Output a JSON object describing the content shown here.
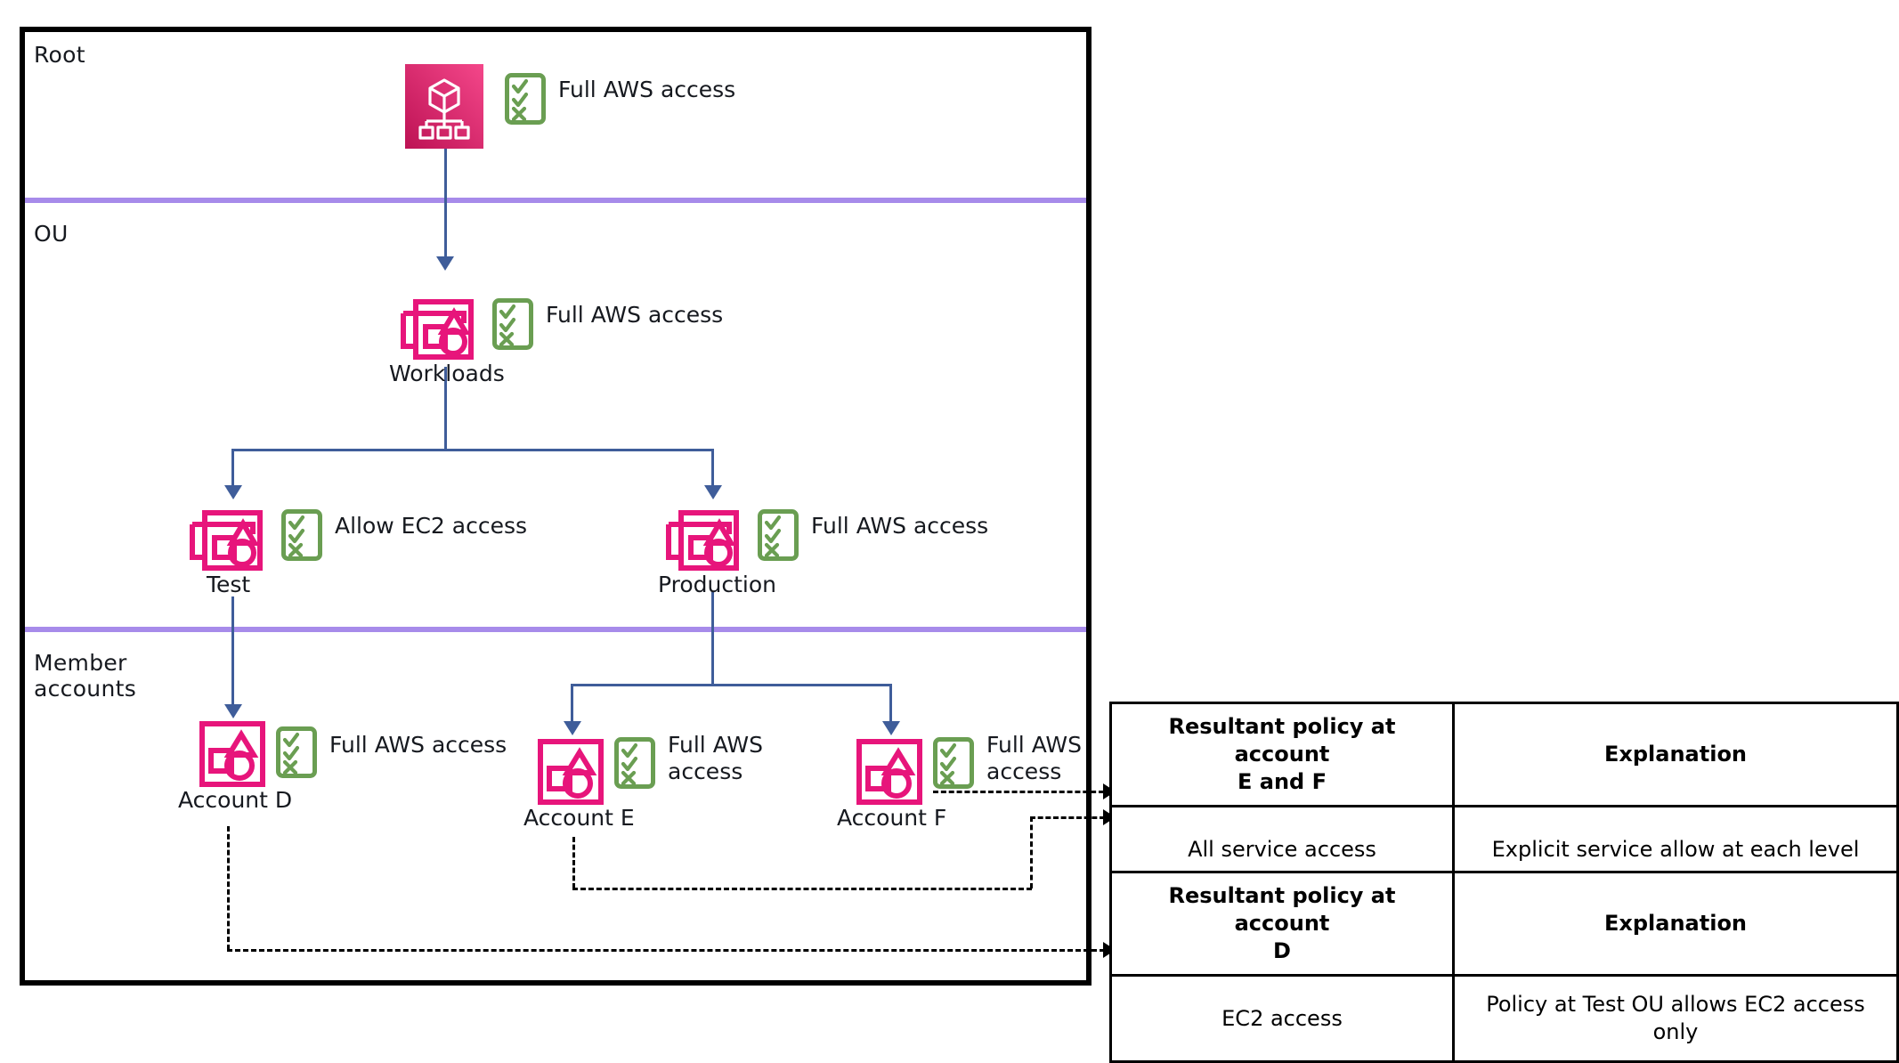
{
  "diagram": {
    "bands": [
      {
        "label": "Root"
      },
      {
        "label": "OU"
      },
      {
        "label": "Member\naccounts"
      }
    ],
    "colors": {
      "frame": "#000000",
      "band_separator": "#a78bea",
      "connector": "#3f5d9a",
      "node_pink": "#e7157b",
      "root_gradient_from": "#f0457f",
      "root_gradient_to": "#bf1457",
      "policy_green": "#6a9e52",
      "callout_dashed": "#000000"
    },
    "nodes": [
      {
        "id": "root",
        "label": "",
        "policy": "Full AWS access",
        "icon": "aws-organizations-root-icon"
      },
      {
        "id": "workloads",
        "label": "Workloads",
        "policy": "Full AWS access",
        "icon": "organizational-unit-icon"
      },
      {
        "id": "test",
        "label": "Test",
        "policy": "Allow EC2 access",
        "icon": "organizational-unit-icon"
      },
      {
        "id": "production",
        "label": "Production",
        "policy": "Full AWS access",
        "icon": "organizational-unit-icon"
      },
      {
        "id": "accountD",
        "label": "Account D",
        "policy": "Full AWS access",
        "icon": "aws-account-icon"
      },
      {
        "id": "accountE",
        "label": "Account E",
        "policy": "Full AWS\naccess",
        "icon": "aws-account-icon"
      },
      {
        "id": "accountF",
        "label": "Account F",
        "policy": "Full AWS\naccess",
        "icon": "aws-account-icon"
      }
    ]
  },
  "tables": [
    {
      "id": "table-ef",
      "headers": [
        "Resultant policy at account\nE and F",
        "Explanation"
      ],
      "rows": [
        [
          "All service access",
          "Explicit service allow at each level"
        ]
      ]
    },
    {
      "id": "table-d",
      "headers": [
        "Resultant policy at account\nD",
        "Explanation"
      ],
      "rows": [
        [
          "EC2 access",
          "Policy at Test OU allows EC2 access\nonly"
        ]
      ]
    }
  ]
}
